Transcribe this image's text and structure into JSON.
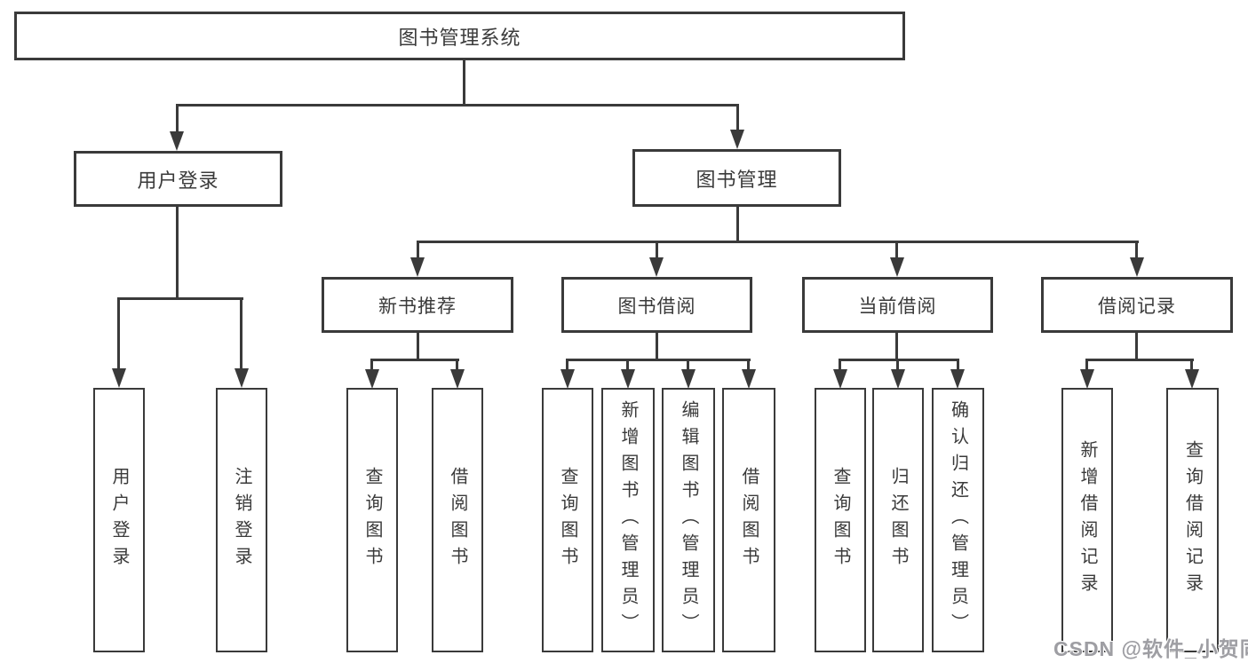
{
  "diagram": {
    "root": {
      "label": "图书管理系统"
    },
    "user_branch": {
      "label": "用户登录",
      "children": [
        {
          "label": "用户登录"
        },
        {
          "label": "注销登录"
        }
      ]
    },
    "book_branch": {
      "label": "图书管理"
    },
    "groups": [
      {
        "label": "新书推荐",
        "children": [
          {
            "label": "查询图书"
          },
          {
            "label": "借阅图书"
          }
        ]
      },
      {
        "label": "图书借阅",
        "children": [
          {
            "label": "查询图书"
          },
          {
            "label": "新增图书（管理员）"
          },
          {
            "label": "编辑图书（管理员）"
          },
          {
            "label": "借阅图书"
          }
        ]
      },
      {
        "label": "当前借阅",
        "children": [
          {
            "label": "查询图书"
          },
          {
            "label": "归还图书"
          },
          {
            "label": "确认归还（管理员）"
          }
        ]
      },
      {
        "label": "借阅记录",
        "children": [
          {
            "label": "新增借阅记录"
          },
          {
            "label": "查询借阅记录"
          }
        ]
      }
    ]
  },
  "watermark": {
    "text": "CSDN @软件_小贺同学"
  },
  "colors": {
    "line": "#3a3a3a",
    "text": "#3a3a3a",
    "watermark": "#9e9ea3",
    "background": "#ffffff"
  }
}
